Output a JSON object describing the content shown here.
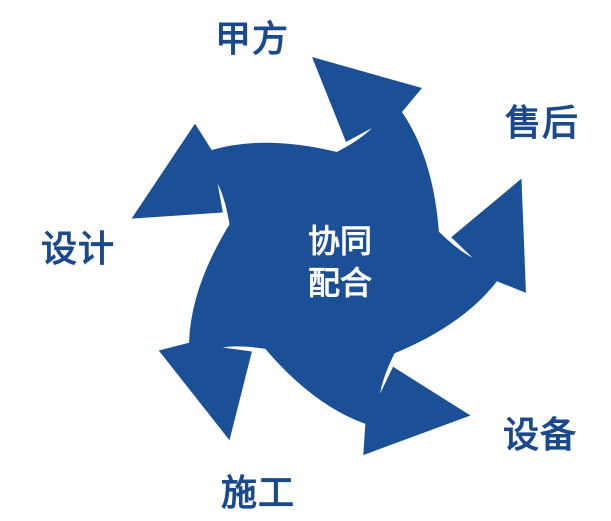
{
  "colors": {
    "shape": "#1B5096",
    "label": "#1B4A8C",
    "center_text": "#ffffff"
  },
  "center": {
    "line1": "协同",
    "line2": "配合"
  },
  "labels": {
    "top": "甲方",
    "right": "售后",
    "bottom_right": "设备",
    "bottom": "施工",
    "left": "设计"
  }
}
